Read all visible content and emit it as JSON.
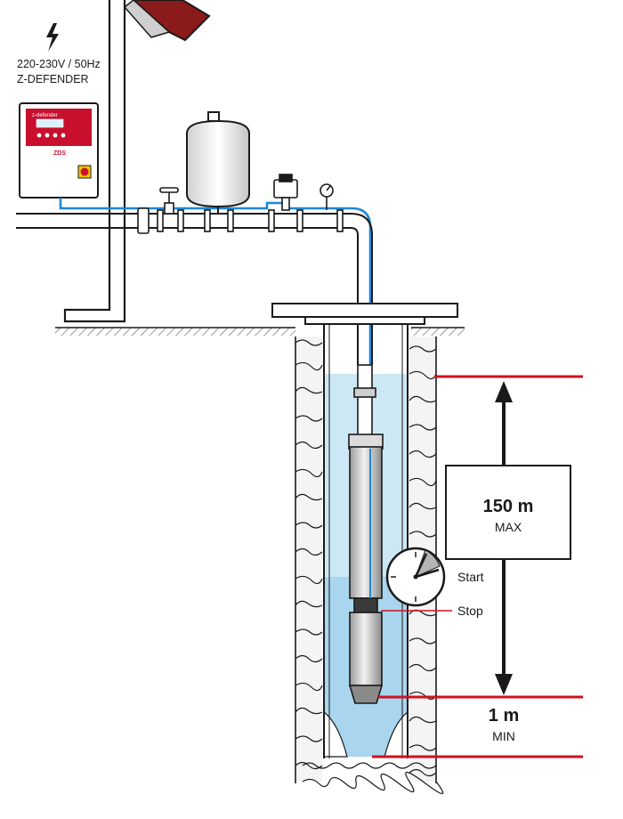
{
  "power": {
    "voltage": "220-230V / 50Hz",
    "controller_name": "Z-DEFENDER",
    "panel_brand": "z-defender",
    "panel_logo": "ZDS",
    "bolt_icon": "lightning-icon"
  },
  "depth": {
    "max_value": "150 m",
    "max_caption": "MAX",
    "min_value": "1 m",
    "min_caption": "MIN"
  },
  "timer": {
    "start_label": "Start",
    "stop_label": "Stop",
    "icon": "clock-icon"
  },
  "colors": {
    "limit_line": "#d0101f",
    "water": "#cde8f5",
    "water_low": "#a9d6ee",
    "cable": "#1e88d6",
    "panel_red": "#c8102e",
    "outline": "#1a1a1a"
  }
}
